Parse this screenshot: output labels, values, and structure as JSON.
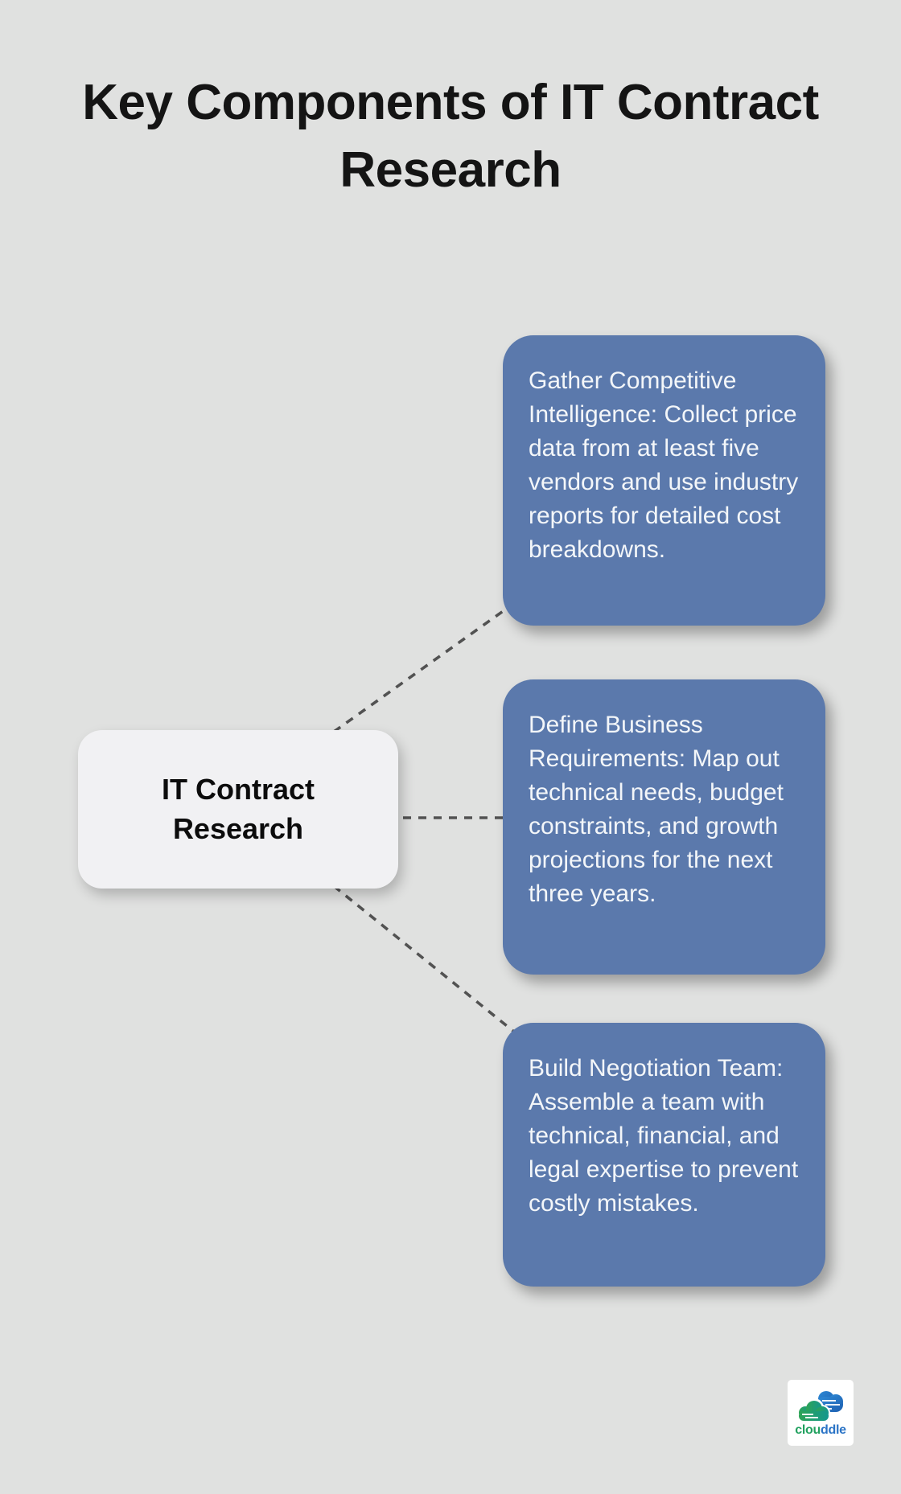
{
  "page": {
    "title": "Key Components of IT Contract Research"
  },
  "theme": {
    "page-bg": "#e0e1e0",
    "title-color": "#141414",
    "center-bg": "#f1f1f3",
    "center-text": "#0c0c0c",
    "branch-bg": "#5b79ac",
    "branch-text": "#f3f6f9",
    "connector-color": "#525252",
    "logo-green": "#21a15f",
    "logo-blue": "#2b74c6"
  },
  "diagram": {
    "center_node": {
      "label": "IT Contract Research"
    },
    "branch_nodes": [
      {
        "text": "Gather Competitive Intelligence: Collect price data from at least five vendors and use industry reports for detailed cost breakdowns."
      },
      {
        "text": "Define Business Requirements: Map out technical needs, budget constraints, and growth projections for the next three years."
      },
      {
        "text": "Build Negotiation Team: Assemble a team with technical, financial, and legal expertise to prevent costly mistakes."
      }
    ],
    "connector_style": "dashed"
  },
  "logo": {
    "icon": "cloud-icon",
    "text_primary": "clou",
    "text_secondary": "ddle"
  }
}
